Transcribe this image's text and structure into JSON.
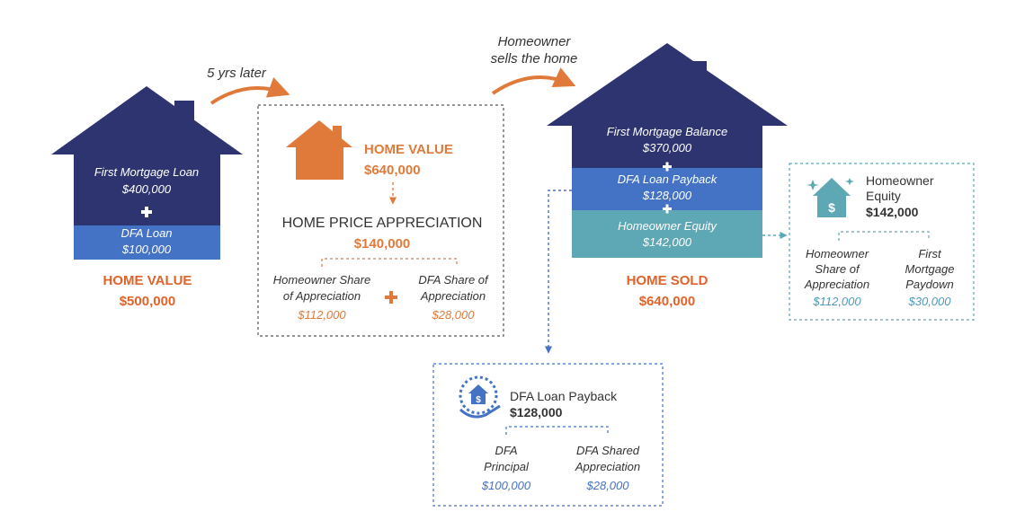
{
  "colors": {
    "navy": "#2e3470",
    "blue": "#4472c4",
    "teal": "#5ea8b5",
    "orange": "#e07a3a",
    "dark_orange": "#e0632a",
    "dark_text": "#333333",
    "light_blue_text": "#4f9bbd"
  },
  "step1": {
    "house": {
      "mortgage_label": "First Mortgage Loan",
      "mortgage_value": "$400,000",
      "dfa_label": "DFA Loan",
      "dfa_value": "$100,000"
    },
    "home_value_label": "HOME VALUE",
    "home_value": "$500,000"
  },
  "arrow1_label": "5 yrs later",
  "step2": {
    "home_value_label": "HOME VALUE",
    "home_value": "$640,000",
    "appreciation_label": "HOME PRICE APPRECIATION",
    "appreciation_value": "$140,000",
    "homeowner_share_line1": "Homeowner Share",
    "homeowner_share_line2": "of Appreciation",
    "homeowner_share_value": "$112,000",
    "dfa_share_line1": "DFA Share of",
    "dfa_share_line2": "Appreciation",
    "dfa_share_value": "$28,000"
  },
  "arrow2_label_line1": "Homeowner",
  "arrow2_label_line2": "sells the home",
  "step3": {
    "house": {
      "mortgage_label": "First Mortgage Balance",
      "mortgage_value": "$370,000",
      "dfa_label": "DFA Loan Payback",
      "dfa_value": "$128,000",
      "equity_label": "Homeowner Equity",
      "equity_value": "$142,000"
    },
    "home_sold_label": "HOME SOLD",
    "home_sold_value": "$640,000"
  },
  "equity_box": {
    "title_line1": "Homeowner",
    "title_line2": "Equity",
    "value": "$142,000",
    "left_line1": "Homeowner",
    "left_line2": "Share of",
    "left_line3": "Appreciation",
    "left_value": "$112,000",
    "right_line1": "First",
    "right_line2": "Mortgage",
    "right_line3": "Paydown",
    "right_value": "$30,000"
  },
  "payback_box": {
    "title": "DFA Loan Payback",
    "value": "$128,000",
    "left_line1": "DFA",
    "left_line2": "Principal",
    "left_value": "$100,000",
    "right_line1": "DFA Shared",
    "right_line2": "Appreciation",
    "right_value": "$28,000"
  },
  "icons": [
    "house-icon",
    "dollar-house-icon",
    "hand-dollar-house-icon",
    "plus-icon",
    "arrow-icon"
  ]
}
